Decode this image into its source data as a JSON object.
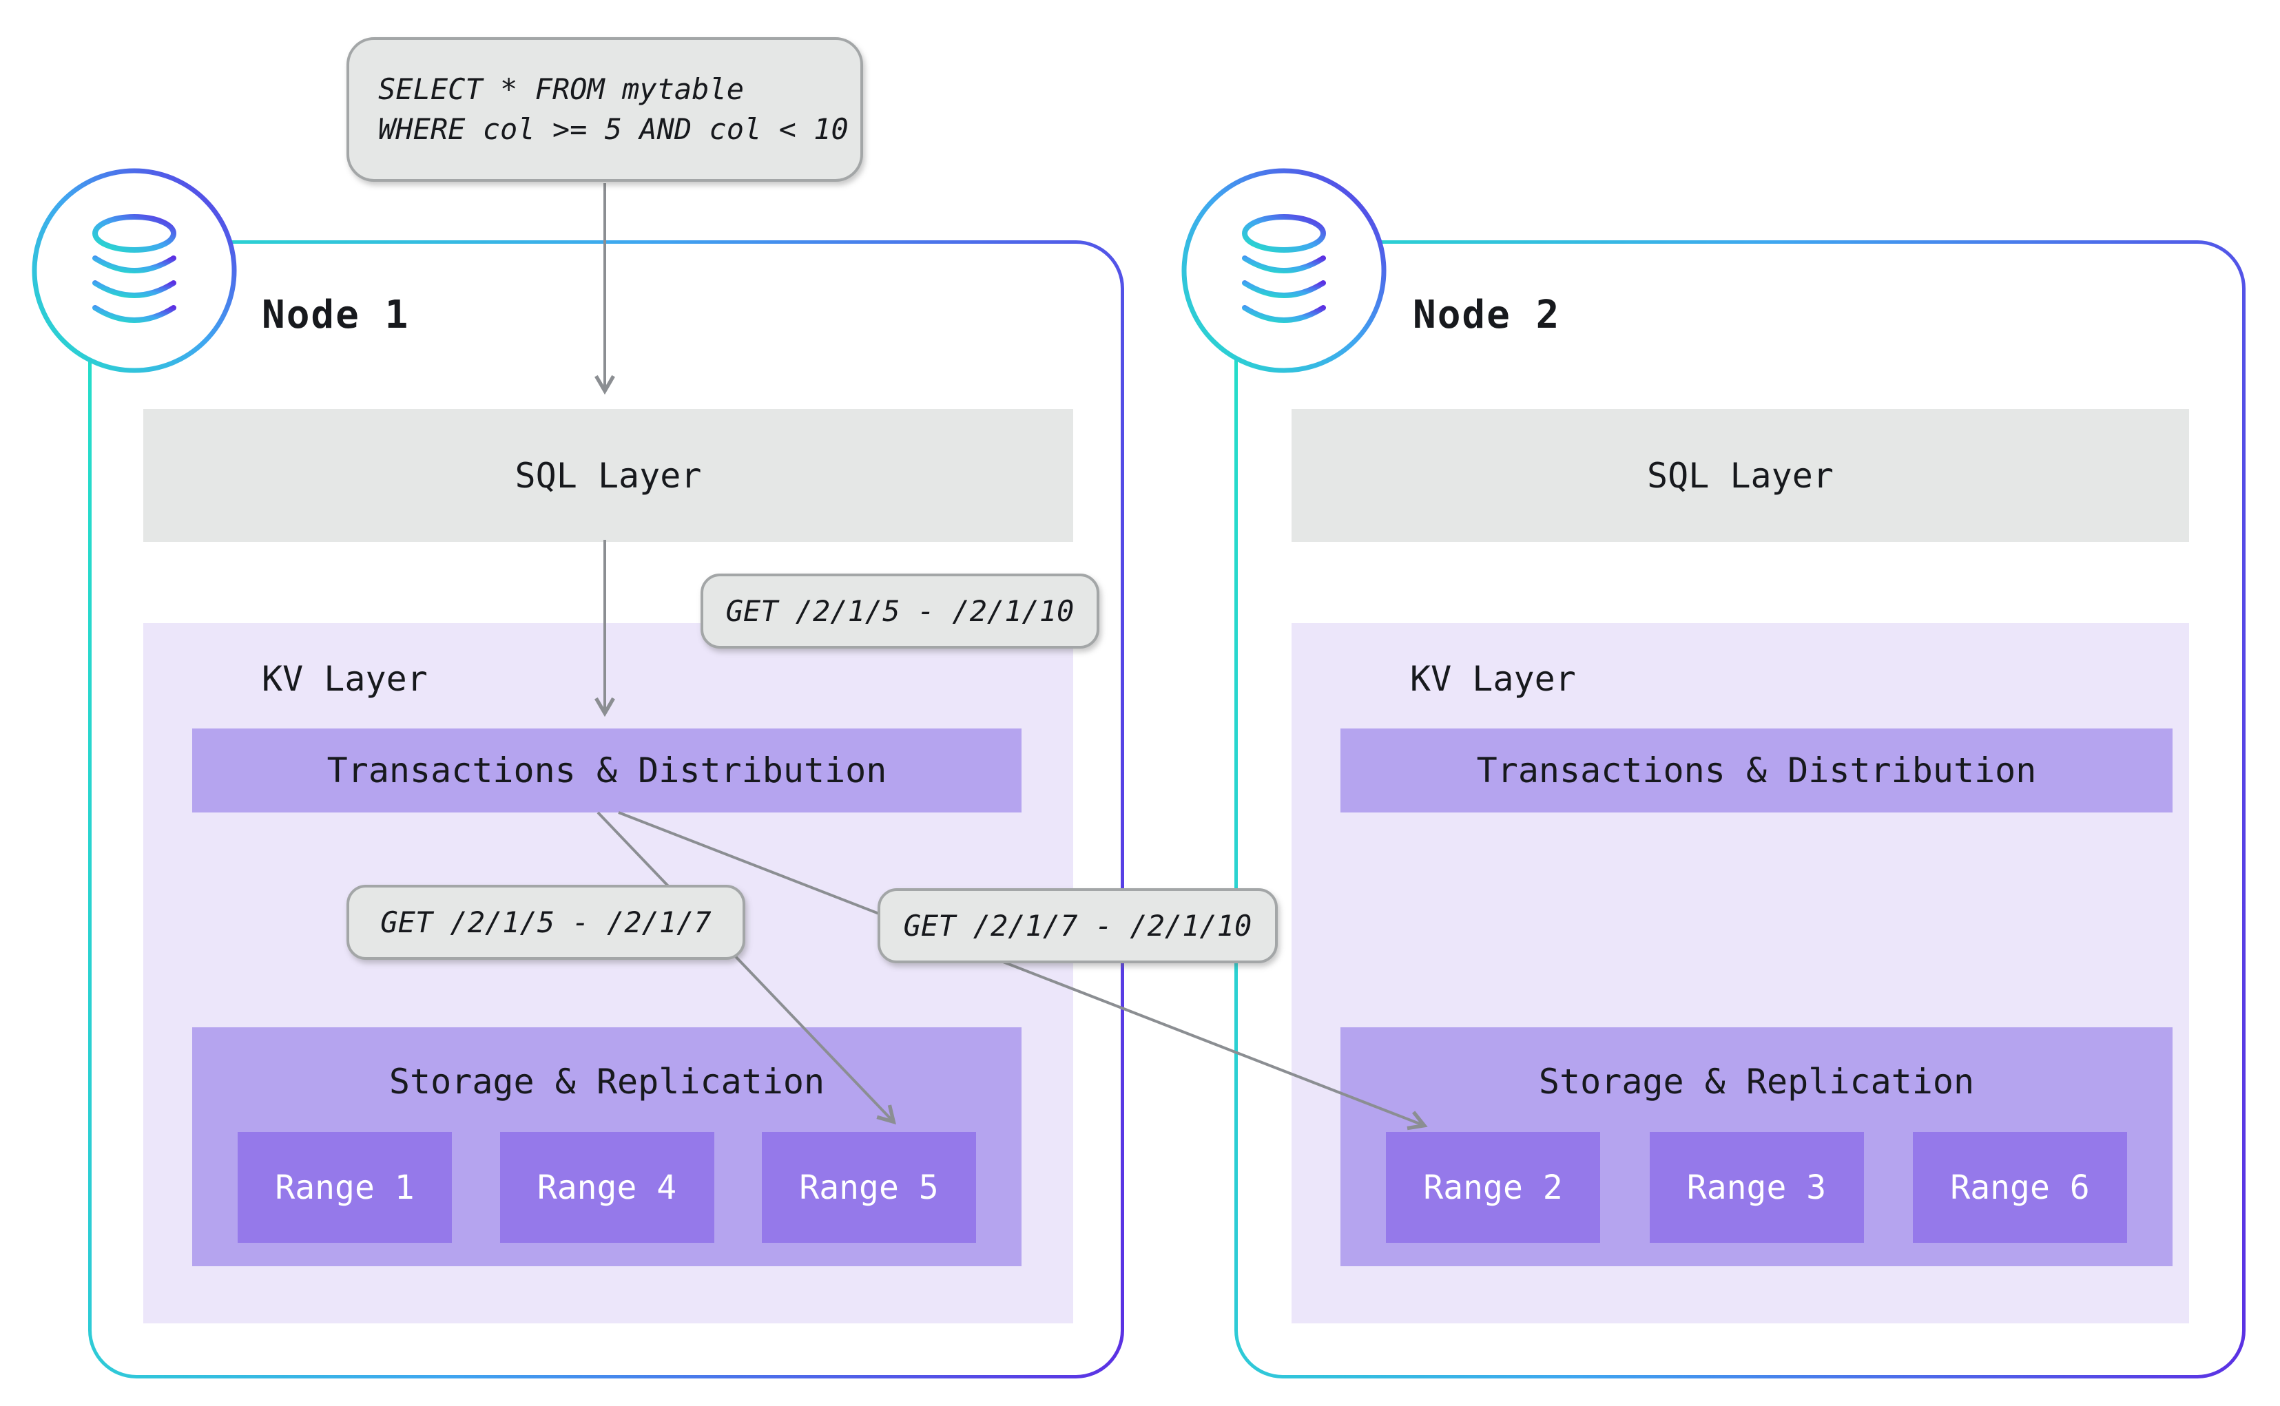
{
  "query": {
    "lines": [
      "SELECT * FROM mytable",
      "WHERE col >= 5 AND col < 10"
    ]
  },
  "request_labels": {
    "full": "GET /2/1/5 - /2/1/10",
    "left": "GET /2/1/5 - /2/1/7",
    "right": "GET /2/1/7 - /2/1/10"
  },
  "nodes": [
    {
      "title": "Node 1",
      "sql_layer": "SQL Layer",
      "kv_layer": "KV Layer",
      "transactions": "Transactions & Distribution",
      "storage": "Storage & Replication",
      "ranges": [
        "Range 1",
        "Range 4",
        "Range 5"
      ]
    },
    {
      "title": "Node 2",
      "sql_layer": "SQL Layer",
      "kv_layer": "KV Layer",
      "transactions": "Transactions & Distribution",
      "storage": "Storage & Replication",
      "ranges": [
        "Range 2",
        "Range 3",
        "Range 6"
      ]
    }
  ],
  "colors": {
    "node_border_start": "#24DFC8",
    "node_border_mid": "#3FA6F0",
    "node_border_end": "#5B30E3",
    "layer_gray": "#E5E7E6",
    "kv_background": "#ECE6FA",
    "purple_bar": "#B5A4EF",
    "range_purple": "#9579EA",
    "arrow_gray": "#8B8E92",
    "callout_border": "#A3A6A7",
    "text_dark": "#17191D",
    "range_text": "#FFFFFF"
  }
}
